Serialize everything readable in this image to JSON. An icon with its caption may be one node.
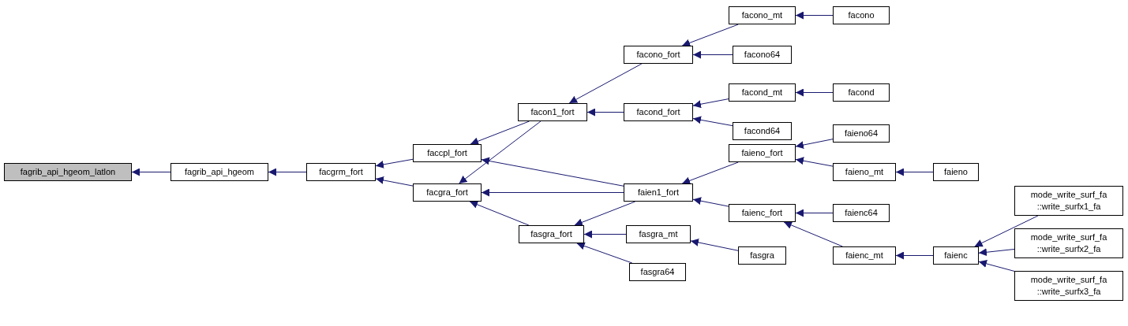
{
  "diagram": {
    "nodes": [
      {
        "text": [
          "fagrib_api_hgeom_latlon"
        ]
      },
      {
        "text": [
          "fagrib_api_hgeom"
        ]
      },
      {
        "text": [
          "facgrm_fort"
        ]
      },
      {
        "text": [
          "faccpl_fort"
        ]
      },
      {
        "text": [
          "facgra_fort"
        ]
      },
      {
        "text": [
          "facon1_fort"
        ]
      },
      {
        "text": [
          "fasgra_fort"
        ]
      },
      {
        "text": [
          "facono_fort"
        ]
      },
      {
        "text": [
          "facond_fort"
        ]
      },
      {
        "text": [
          "faien1_fort"
        ]
      },
      {
        "text": [
          "fasgra_mt"
        ]
      },
      {
        "text": [
          "fasgra64"
        ]
      },
      {
        "text": [
          "facono_mt"
        ]
      },
      {
        "text": [
          "facono64"
        ]
      },
      {
        "text": [
          "facond_mt"
        ]
      },
      {
        "text": [
          "facond64"
        ]
      },
      {
        "text": [
          "faieno_fort"
        ]
      },
      {
        "text": [
          "faienc_fort"
        ]
      },
      {
        "text": [
          "fasgra"
        ]
      },
      {
        "text": [
          "facono"
        ]
      },
      {
        "text": [
          "facond"
        ]
      },
      {
        "text": [
          "faieno64"
        ]
      },
      {
        "text": [
          "faieno_mt"
        ]
      },
      {
        "text": [
          "faienc64"
        ]
      },
      {
        "text": [
          "faienc_mt"
        ]
      },
      {
        "text": [
          "faieno"
        ]
      },
      {
        "text": [
          "faienc"
        ]
      },
      {
        "text": [
          "mode_write_surf_fa ::write_surfx1_fa"
        ]
      },
      {
        "text": [
          "mode_write_surf_fa ::write_surfx2_fa"
        ]
      },
      {
        "text": [
          "mode_write_surf_fa ::write_surfx3_fa"
        ]
      }
    ],
    "edges": [
      {
        "from": 1,
        "to": 0,
        "arrow": "to"
      },
      {
        "from": 2,
        "to": 1,
        "arrow": "to"
      },
      {
        "from": 3,
        "to": 2,
        "arrow": "to"
      },
      {
        "from": 4,
        "to": 2,
        "arrow": "to"
      },
      {
        "from": 5,
        "to": 3,
        "arrow": "to"
      },
      {
        "from": 9,
        "to": 3,
        "arrow": "to"
      },
      {
        "from": 5,
        "to": 4,
        "arrow": "to"
      },
      {
        "from": 9,
        "to": 4,
        "arrow": "to"
      },
      {
        "from": 6,
        "to": 4,
        "arrow": "to"
      },
      {
        "from": 7,
        "to": 5,
        "arrow": "to"
      },
      {
        "from": 8,
        "to": 5,
        "arrow": "to"
      },
      {
        "from": 9,
        "to": 6,
        "arrow": "to"
      },
      {
        "from": 10,
        "to": 6,
        "arrow": "to"
      },
      {
        "from": 11,
        "to": 6,
        "arrow": "to"
      },
      {
        "from": 12,
        "to": 7,
        "arrow": "to"
      },
      {
        "from": 13,
        "to": 7,
        "arrow": "to"
      },
      {
        "from": 14,
        "to": 8,
        "arrow": "to"
      },
      {
        "from": 15,
        "to": 8,
        "arrow": "to"
      },
      {
        "from": 16,
        "to": 9,
        "arrow": "to"
      },
      {
        "from": 17,
        "to": 9,
        "arrow": "to"
      },
      {
        "from": 18,
        "to": 10,
        "arrow": "to"
      },
      {
        "from": 19,
        "to": 12,
        "arrow": "to"
      },
      {
        "from": 20,
        "to": 14,
        "arrow": "to"
      },
      {
        "from": 21,
        "to": 16,
        "arrow": "to"
      },
      {
        "from": 22,
        "to": 16,
        "arrow": "to"
      },
      {
        "from": 23,
        "to": 17,
        "arrow": "to"
      },
      {
        "from": 24,
        "to": 17,
        "arrow": "to"
      },
      {
        "from": 25,
        "to": 22,
        "arrow": "to"
      },
      {
        "from": 26,
        "to": 24,
        "arrow": "to"
      },
      {
        "from": 27,
        "to": 26,
        "arrow": "to"
      },
      {
        "from": 28,
        "to": 26,
        "arrow": "to"
      },
      {
        "from": 29,
        "to": 26,
        "arrow": "to"
      }
    ]
  }
}
